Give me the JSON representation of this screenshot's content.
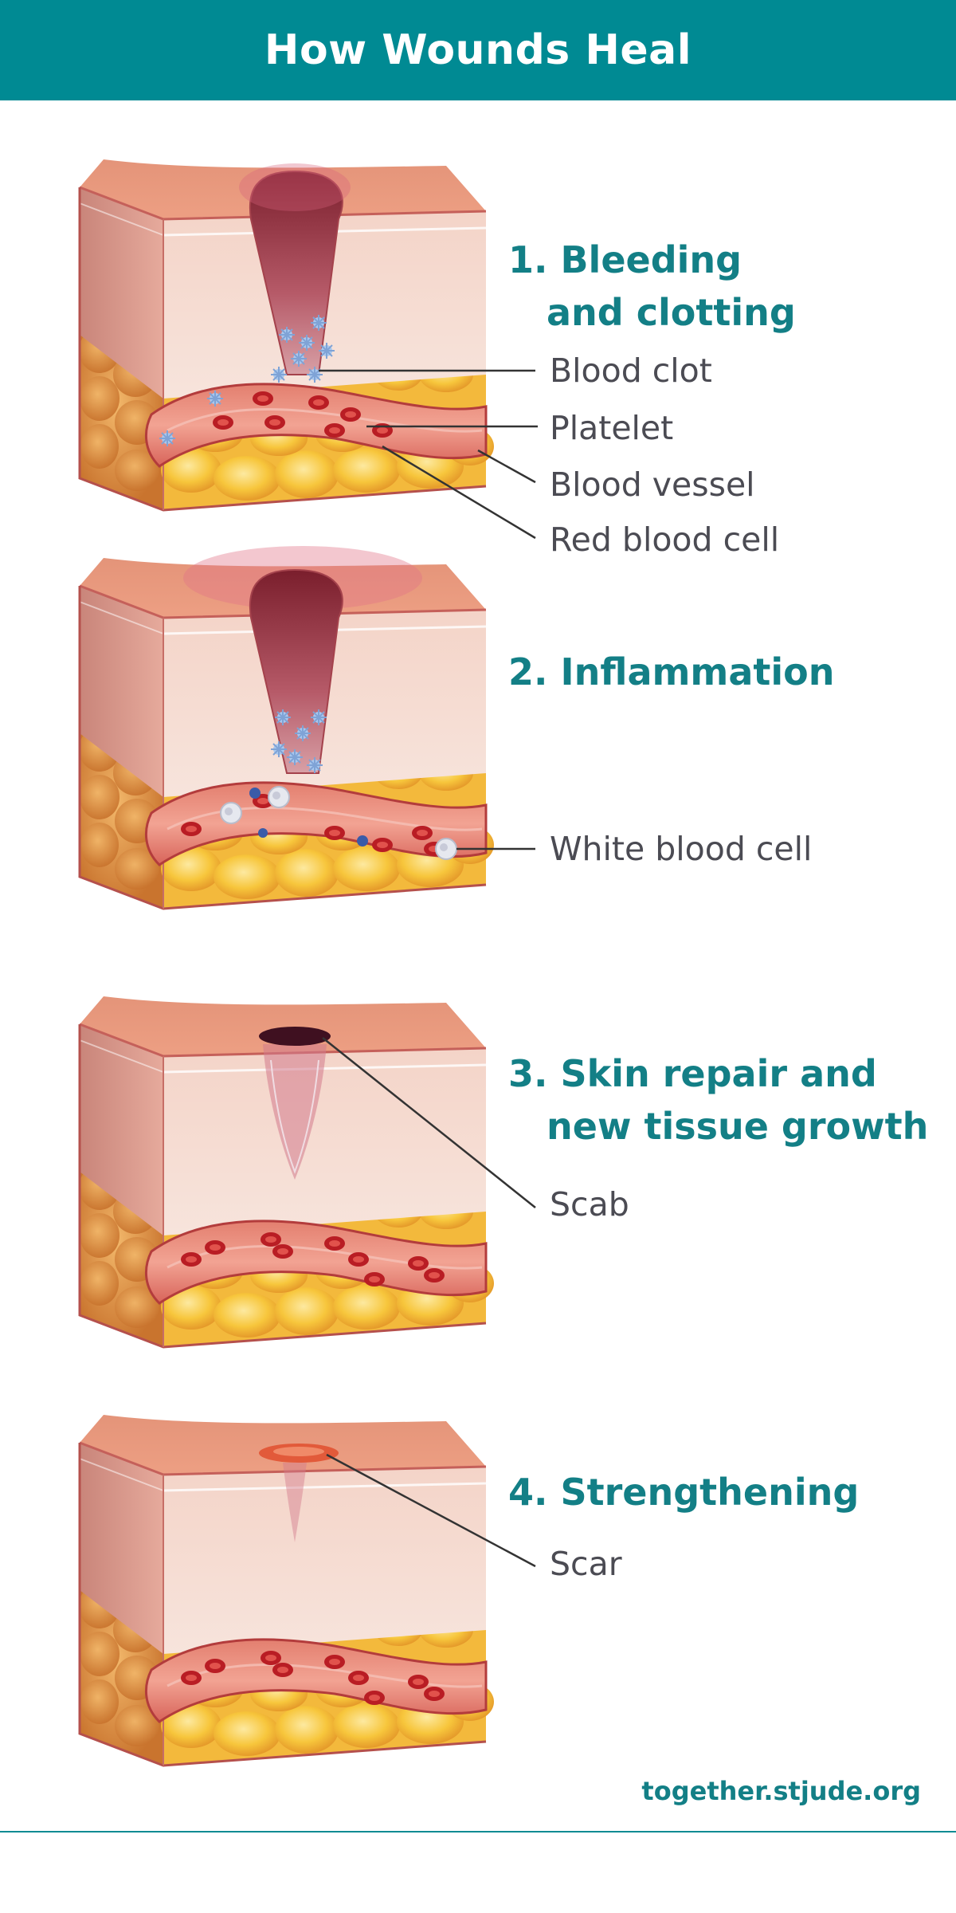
{
  "header": {
    "title": "How Wounds Heal"
  },
  "steps": [
    {
      "title_line1": "1. Bleeding",
      "title_line2": "and clotting",
      "labels": [
        "Blood clot",
        "Platelet",
        "Blood vessel",
        "Red blood cell"
      ]
    },
    {
      "title_line1": "2. Inflammation",
      "title_line2": "",
      "labels": [
        "White blood cell"
      ]
    },
    {
      "title_line1": "3. Skin repair and",
      "title_line2": "new tissue growth",
      "labels": [
        "Scab"
      ]
    },
    {
      "title_line1": "4. Strengthening",
      "title_line2": "",
      "labels": [
        "Scar"
      ]
    }
  ],
  "footer": {
    "url": "together.stjude.org"
  },
  "colors": {
    "header": "#008a93",
    "title_text": "#137f86",
    "label_text": "#4b4b53",
    "skin": "#e88e74",
    "dermis": "#f3d9cf",
    "fat": "#f6c23a",
    "vessel": "#d9534a"
  }
}
